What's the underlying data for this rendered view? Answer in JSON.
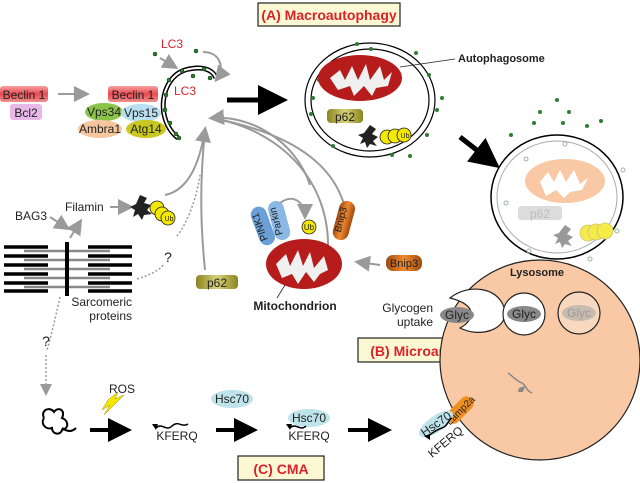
{
  "titles": {
    "macro": "(A) Macroautophagy",
    "micro": "(B) Microautophagy",
    "cma": "(C) CMA"
  },
  "proteins": {
    "beclin1_left": "Beclin 1",
    "bcl2": "Bcl2",
    "beclin1_complex": "Beclin 1",
    "vps34": "Vps34",
    "vps15": "Vps15",
    "ambra1": "Ambra1",
    "atg14": "Atg14",
    "lc3_top": "LC3",
    "lc3_phagophore": "LC3",
    "p62_autophagosome": "p62",
    "p62_free": "p62",
    "p62_lysosome": "p62",
    "ub": "Ub",
    "ub_mito": "Ub",
    "pink1": "PINK1",
    "parkin": "Parkin",
    "bnip3_mito": "Bnip3",
    "bnip3_free": "Bnip3",
    "bag3": "BAG3",
    "filamin": "Filamin",
    "glyc1": "Glyc",
    "glyc2": "Glyc",
    "glyc3": "Glyc",
    "ros": "ROS",
    "kferq1": "KFERQ",
    "kferq2": "KFERQ",
    "kferq3": "KFERQ",
    "hsc70_free": "Hsc70",
    "hsc70_bound": "Hsc70",
    "hsc70_lamp": "Hsc70",
    "lamp2a": "Lamp2a"
  },
  "labels": {
    "autophagosome": "Autophagosome",
    "mitochondrion": "Mitochondrion",
    "sarcomeric_line1": "Sarcomeric",
    "sarcomeric_line2": "proteins",
    "lysosome": "Lysosome",
    "glycogen_line1": "Glycogen",
    "glycogen_line2": "uptake",
    "question1": "?",
    "question2": "?"
  },
  "colors": {
    "title_red": "#d8232a",
    "title_box_bg": "#fdf8d4",
    "lysosome": "#f9c9a6",
    "lc3_dot": "#2e7d32",
    "ub_yellow": "#f5e800",
    "mito_red": "#b71c1c",
    "arrow_gray": "#9a9a9a",
    "beclin": "#e8555a",
    "bcl2": "#e8b8e8",
    "vps34": "#8bc34a",
    "vps15": "#b9dff0",
    "ambra1": "#f6c79e",
    "atg14": "#c8c81e",
    "p62": "#b8b040",
    "pink1": "#6a9fd8",
    "parkin": "#8cb8e4",
    "bnip3": "#e07a1e",
    "hsc70": "#bfe3ea",
    "lamp2a": "#f09020"
  }
}
